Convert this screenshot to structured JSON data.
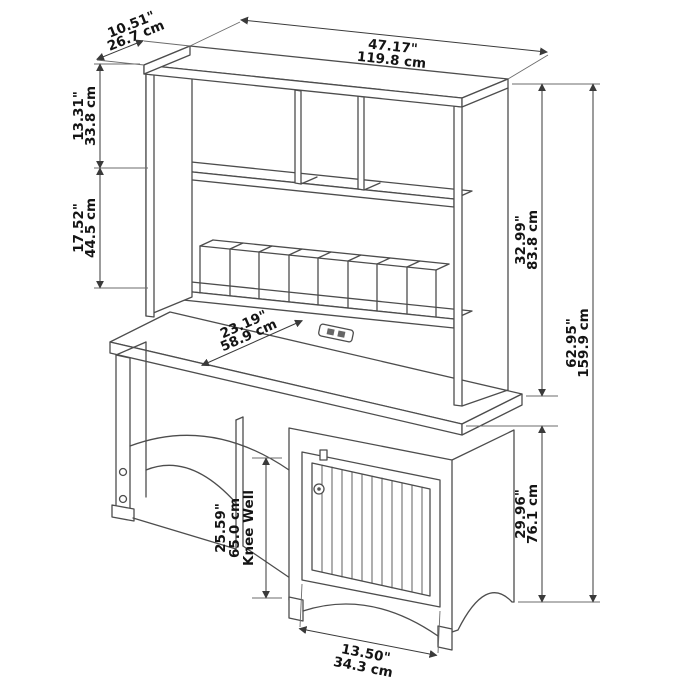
{
  "diagram": {
    "colors": {
      "line": "#4d4d4d",
      "dimension": "#3a3a3a",
      "text": "#141414",
      "background": "#ffffff"
    },
    "dims": {
      "hutch_depth": {
        "in": "10.51\"",
        "cm": "26.7 cm"
      },
      "overall_width": {
        "in": "47.17\"",
        "cm": "119.8 cm"
      },
      "hutch_upper_height": {
        "in": "13.31\"",
        "cm": "33.8 cm"
      },
      "hutch_lower_height": {
        "in": "17.52\"",
        "cm": "44.5 cm"
      },
      "hutch_height": {
        "in": "32.99\"",
        "cm": "83.8 cm"
      },
      "overall_height": {
        "in": "62.95\"",
        "cm": "159.9 cm"
      },
      "desktop_depth": {
        "in": "23.19\"",
        "cm": "58.9 cm"
      },
      "desk_height": {
        "in": "29.96\"",
        "cm": "76.1 cm"
      },
      "knee_well": {
        "in": "25.59\"",
        "cm": "65.0 cm",
        "label": "Knee Well"
      },
      "cabinet_width": {
        "in": "13.50\"",
        "cm": "34.3 cm"
      }
    }
  }
}
